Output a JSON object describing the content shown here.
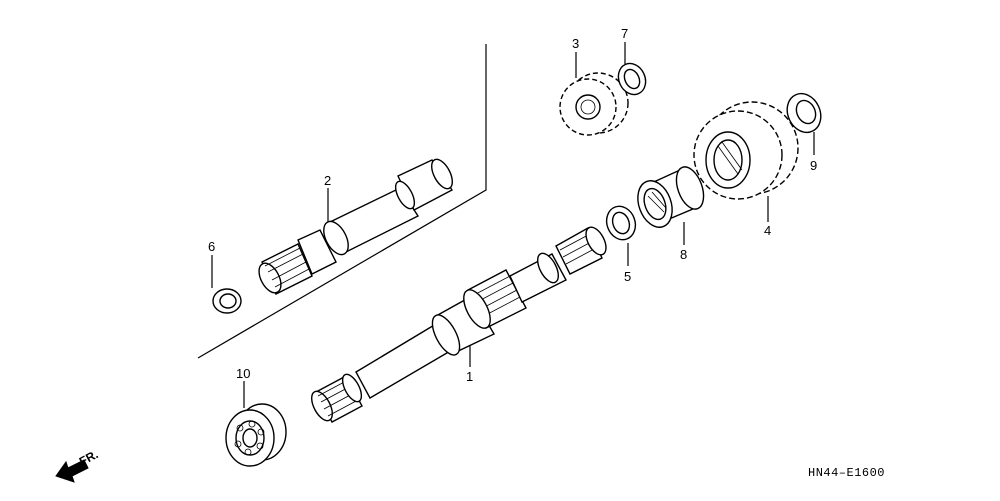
{
  "diagram": {
    "code": "HN44–E1600",
    "direction_label": "FR.",
    "callouts": [
      {
        "id": "1",
        "label": "1"
      },
      {
        "id": "2",
        "label": "2"
      },
      {
        "id": "3",
        "label": "3"
      },
      {
        "id": "4",
        "label": "4"
      },
      {
        "id": "5",
        "label": "5"
      },
      {
        "id": "6",
        "label": "6"
      },
      {
        "id": "7",
        "label": "7"
      },
      {
        "id": "8",
        "label": "8"
      },
      {
        "id": "9",
        "label": "9"
      },
      {
        "id": "10",
        "label": "10"
      }
    ]
  }
}
